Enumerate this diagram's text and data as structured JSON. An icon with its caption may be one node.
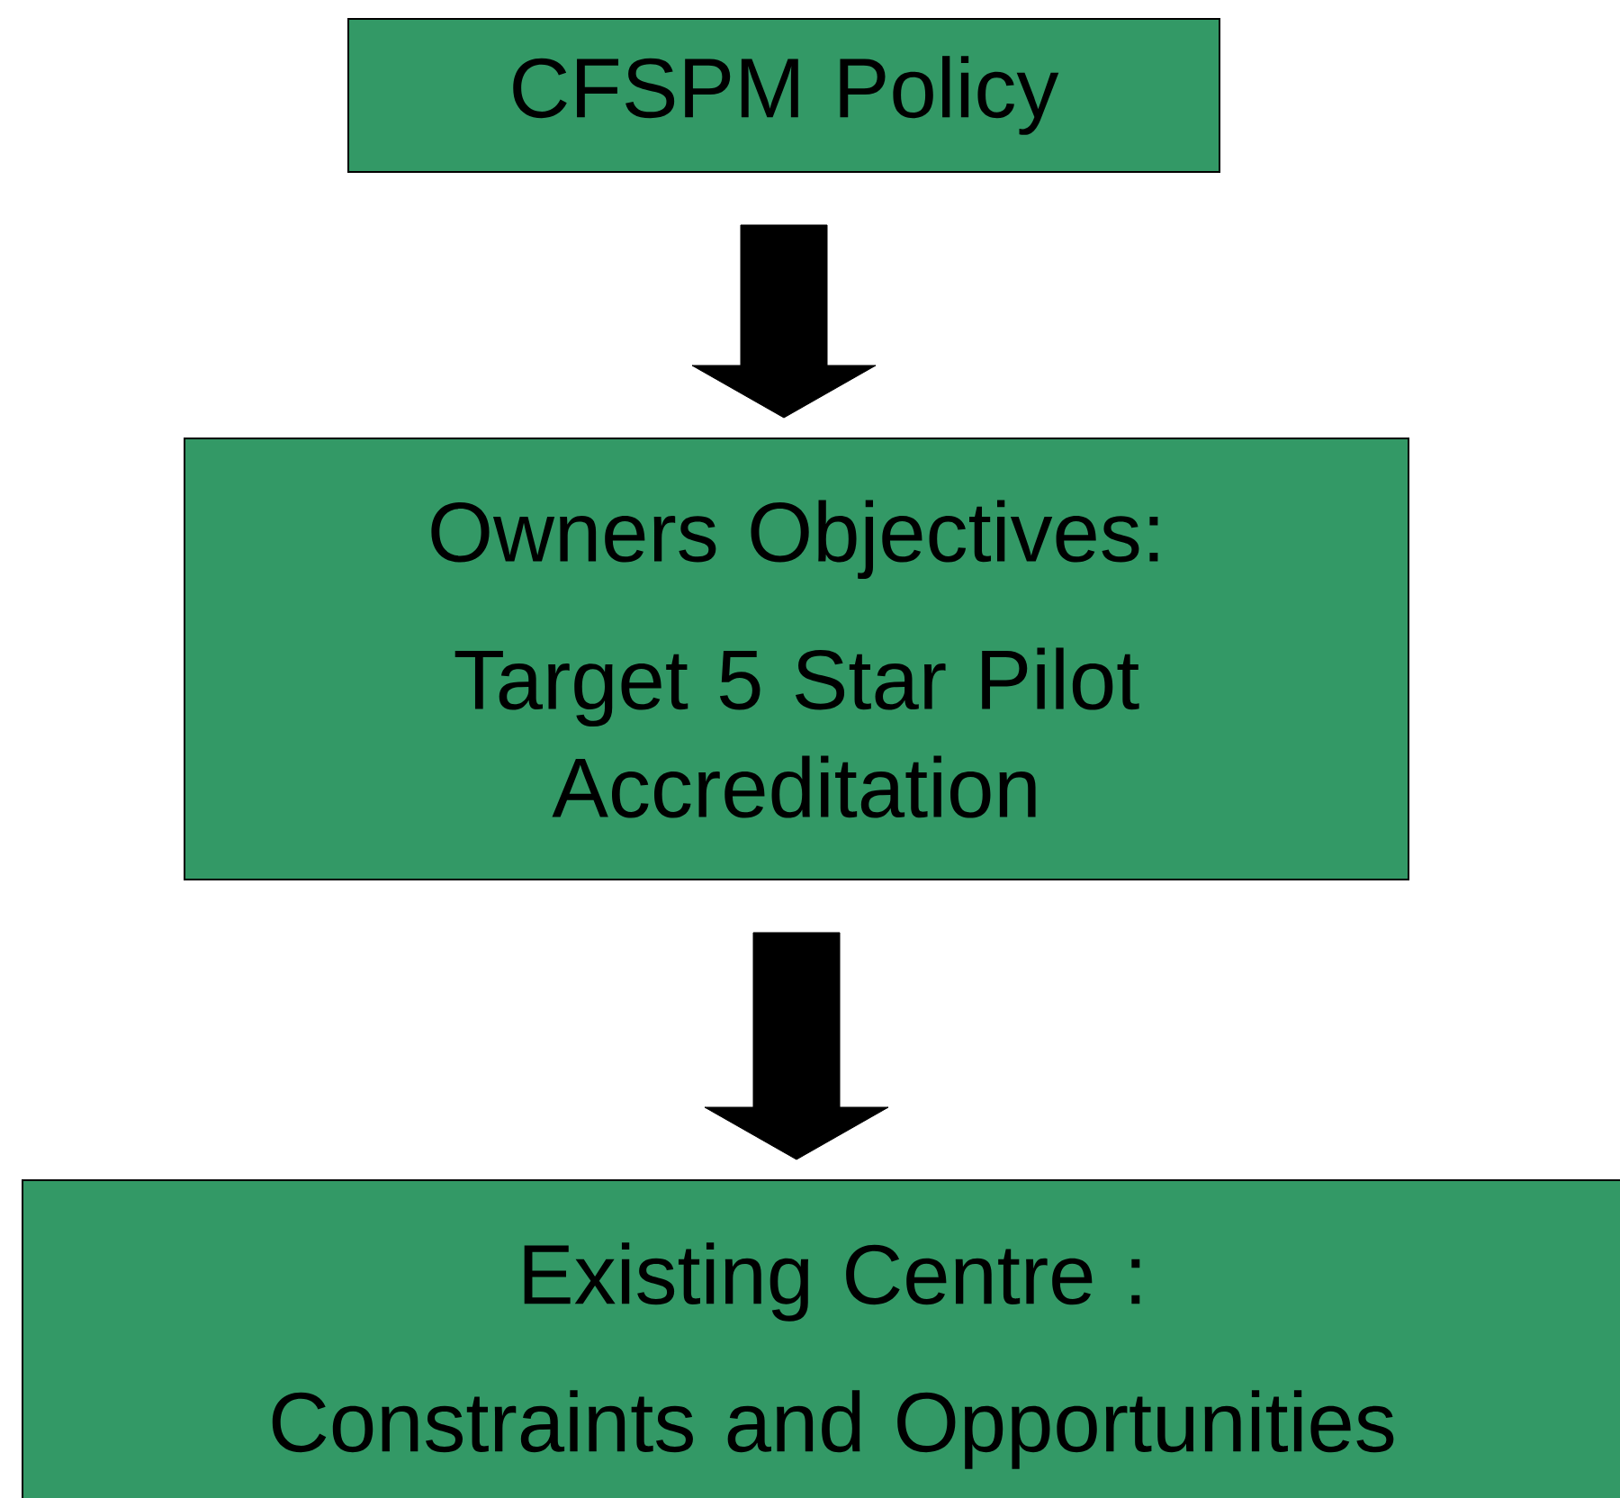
{
  "diagram": {
    "nodes": [
      {
        "text": [
          "CFSPM Policy"
        ]
      },
      {
        "text": [
          "Owners Objectives:",
          "Target 5 Star Pilot Accreditation"
        ]
      },
      {
        "text": [
          "Existing Centre :",
          "Constraints and Opportunities"
        ]
      }
    ],
    "edges": [
      {
        "from": 0,
        "to": 1,
        "arrow": "to"
      },
      {
        "from": 1,
        "to": 2,
        "arrow": "to"
      }
    ]
  }
}
